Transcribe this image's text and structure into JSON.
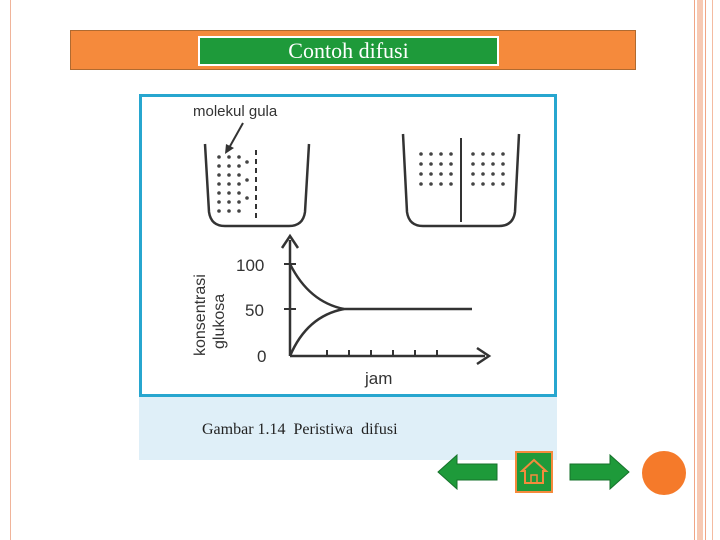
{
  "slide": {
    "title": "Contoh difusi"
  },
  "figure": {
    "molecule_label": "molekul gula",
    "y_axis_label_line1": "konsentrasi",
    "y_axis_label_line2": "glukosa",
    "y_ticks": [
      "100",
      "50",
      "0"
    ],
    "x_axis_label": "jam",
    "caption": "Gambar 1.14  Peristiwa  difusi"
  },
  "nav": {
    "prev_icon": "arrow-left-icon",
    "home_icon": "home-icon",
    "next_icon": "arrow-right-icon",
    "end_icon": "circle-icon"
  },
  "colors": {
    "title_bar": "#f58a3c",
    "title_box": "#1e9a3a",
    "frame": "#27a6cf",
    "caption_bg": "#dfeff8",
    "nav_arrow": "#1e9a3a",
    "nav_circle": "#f57a2a"
  }
}
